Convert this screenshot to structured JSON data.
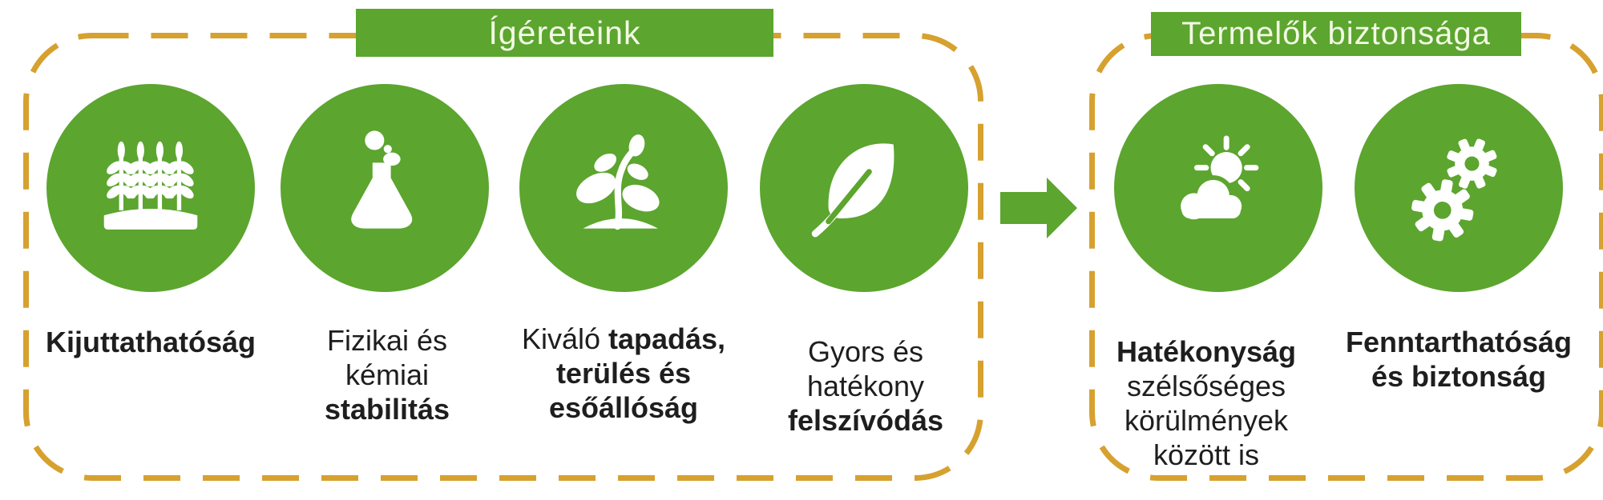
{
  "promises_box": {
    "title": "Ígéreteink",
    "items": [
      {
        "icon": "wheat-field-icon",
        "label_lines": [
          [
            {
              "t": "Kijuttathatóság",
              "b": true
            }
          ]
        ]
      },
      {
        "icon": "flask-icon",
        "label_lines": [
          [
            {
              "t": "Fizikai és",
              "b": false
            }
          ],
          [
            {
              "t": "kémiai",
              "b": false
            }
          ],
          [
            {
              "t": "stabilitás",
              "b": true
            }
          ]
        ]
      },
      {
        "icon": "seedling-icon",
        "label_lines": [
          [
            {
              "t": "Kiváló ",
              "b": false
            },
            {
              "t": "tapadás,",
              "b": true
            }
          ],
          [
            {
              "t": "terülés és",
              "b": true
            }
          ],
          [
            {
              "t": "esőállóság",
              "b": true
            }
          ]
        ]
      },
      {
        "icon": "leaf-icon",
        "label_lines": [
          [
            {
              "t": "Gyors és",
              "b": false
            }
          ],
          [
            {
              "t": "hatékony",
              "b": false
            }
          ],
          [
            {
              "t": "felszívódás",
              "b": true
            }
          ]
        ]
      }
    ]
  },
  "arrow": {
    "icon": "arrow-right-icon",
    "direction": "right"
  },
  "producers_box": {
    "title": "Termelők biztonsága",
    "items": [
      {
        "icon": "sun-cloud-icon",
        "label_lines": [
          [
            {
              "t": "Hatékonyság",
              "b": true
            }
          ],
          [
            {
              "t": "szélsőséges",
              "b": false
            }
          ],
          [
            {
              "t": "körülmények",
              "b": false
            }
          ],
          [
            {
              "t": "között is",
              "b": false
            }
          ]
        ]
      },
      {
        "icon": "gears-icon",
        "label_lines": [
          [
            {
              "t": "Fenntarthatóság",
              "b": true
            }
          ],
          [
            {
              "t": "és biztonság",
              "b": true
            }
          ]
        ]
      }
    ]
  },
  "colors": {
    "green": "#5CA52F",
    "amber": "#D6A12F",
    "text": "#1E1E1E",
    "header_text": "#F2F9E4",
    "background": "#FFFFFF"
  }
}
